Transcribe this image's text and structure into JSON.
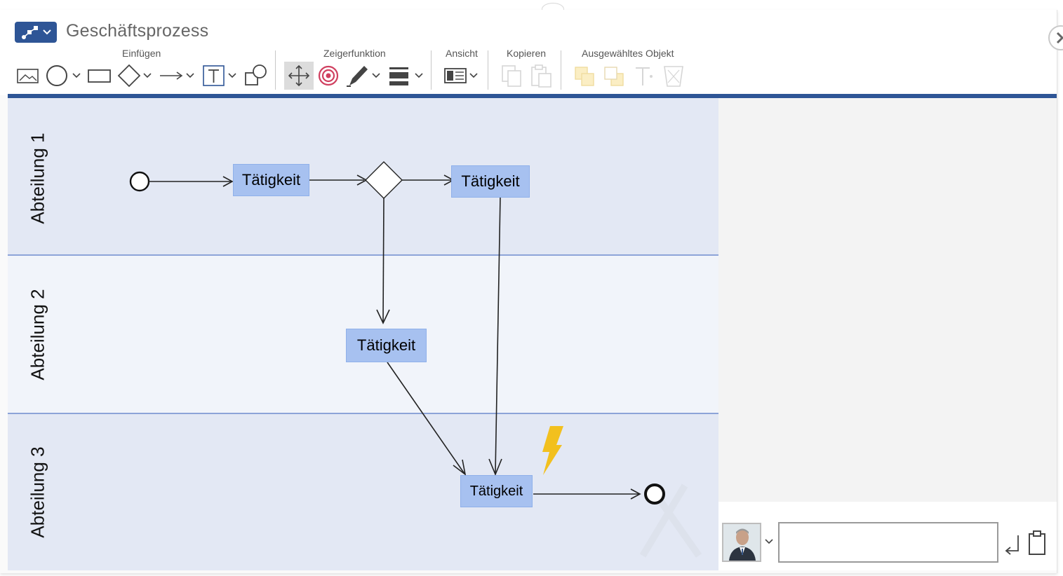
{
  "app": {
    "title": "Geschäftsprozess",
    "accent_color": "#2e5596"
  },
  "toolbar": {
    "groups": [
      {
        "label": "Einfügen"
      },
      {
        "label": "Zeigerfunktion"
      },
      {
        "label": "Ansicht"
      },
      {
        "label": "Kopieren"
      },
      {
        "label": "Ausgewähltes Objekt"
      }
    ],
    "einfuegen_tools": [
      "image-icon",
      "circle-icon",
      "rectangle-icon",
      "diamond-icon",
      "arrow-icon",
      "text-icon",
      "shapes-icon"
    ],
    "zeiger_tools": [
      "move-icon",
      "target-icon",
      "pen-icon",
      "line-style-icon"
    ],
    "ansicht_tools": [
      "view-icon"
    ],
    "kopieren_tools": [
      "copy-icon",
      "paste-icon"
    ],
    "objekt_tools": [
      "bring-front-icon",
      "send-back-icon",
      "text-format-icon",
      "delete-icon"
    ]
  },
  "diagram": {
    "lanes": [
      {
        "label": "Abteilung 1",
        "bg": "#e3e8f4"
      },
      {
        "label": "Abteilung 2",
        "bg": "#f1f4fa"
      },
      {
        "label": "Abteilung 3",
        "bg": "#e3e8f4"
      }
    ],
    "tasks": [
      {
        "label": "Tätigkeit"
      },
      {
        "label": "Tätigkeit"
      },
      {
        "label": "Tätigkeit"
      },
      {
        "label": "Tätigkeit"
      }
    ],
    "task_color": "#a7c1f0",
    "event_icon": "lightning-icon",
    "event_color": "#f2c01e"
  },
  "comment": {
    "placeholder": "",
    "avatar": "user-avatar",
    "submit_icon": "enter-icon",
    "clipboard_icon": "clipboard-icon"
  }
}
